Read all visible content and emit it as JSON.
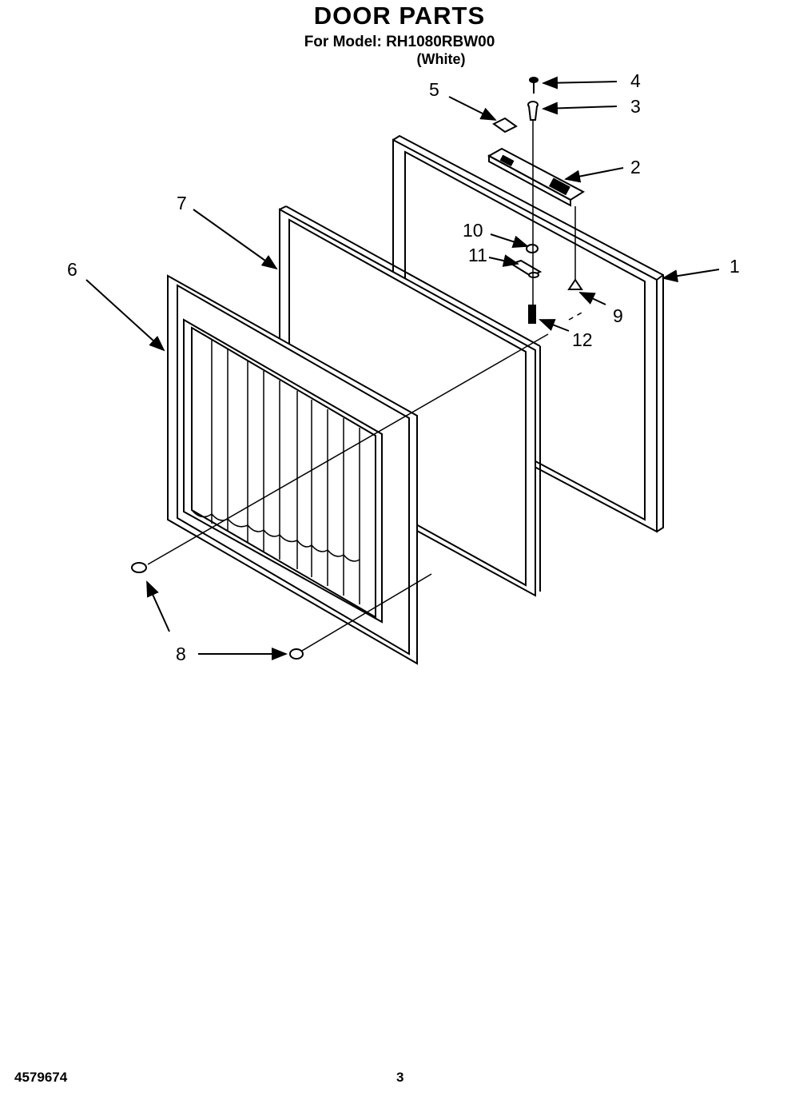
{
  "header": {
    "title": "DOOR PARTS",
    "model_line": "For Model: RH1080RBW00",
    "variant": "(White)"
  },
  "callouts": [
    {
      "id": "1",
      "label": "1"
    },
    {
      "id": "2",
      "label": "2"
    },
    {
      "id": "3",
      "label": "3"
    },
    {
      "id": "4",
      "label": "4"
    },
    {
      "id": "5",
      "label": "5"
    },
    {
      "id": "6",
      "label": "6"
    },
    {
      "id": "7",
      "label": "7"
    },
    {
      "id": "8",
      "label": "8"
    },
    {
      "id": "9",
      "label": "9"
    },
    {
      "id": "10",
      "label": "10"
    },
    {
      "id": "11",
      "label": "11"
    },
    {
      "id": "12",
      "label": "12"
    }
  ],
  "footer": {
    "doc_code": "4579674",
    "page": "3"
  }
}
